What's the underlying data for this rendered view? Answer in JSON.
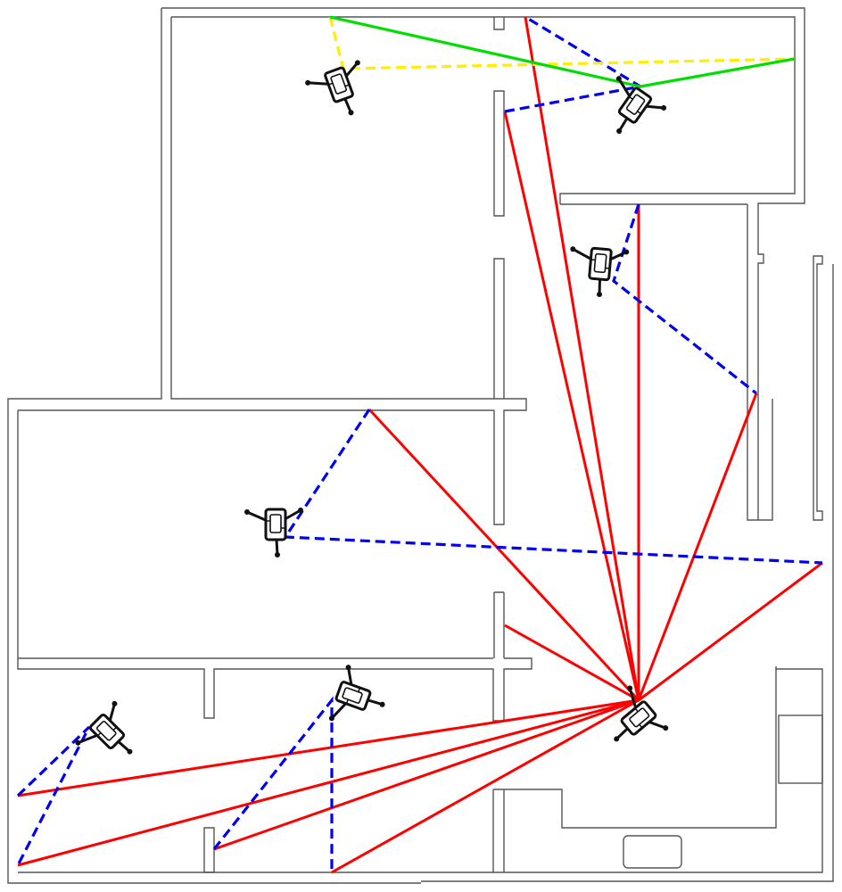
{
  "colors": {
    "wall": "#555555",
    "red_ray": "#ff0000",
    "blue_ray": "#0000ee",
    "green_ray": "#00dd00",
    "yellow_ray": "#ffee00",
    "device": "#111111"
  },
  "icon": "tripod-mounted-scanner-icon",
  "devices": [
    {
      "id": "scanner-1"
    },
    {
      "id": "scanner-2"
    },
    {
      "id": "scanner-3"
    },
    {
      "id": "scanner-4"
    },
    {
      "id": "scanner-5"
    },
    {
      "id": "scanner-6"
    },
    {
      "id": "scanner-7"
    }
  ]
}
